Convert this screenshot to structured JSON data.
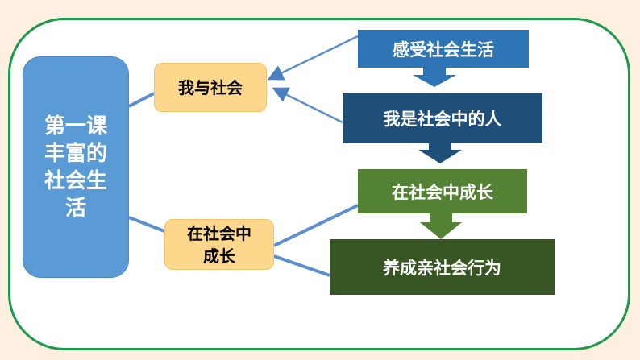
{
  "main_topic": {
    "lines": [
      "第一课",
      "丰富的",
      "社会生",
      "活"
    ]
  },
  "branches": [
    {
      "label": "我与社会",
      "lines": [
        "我与社会"
      ]
    },
    {
      "label": "在社会中成长",
      "lines": [
        "在社会中",
        "成长"
      ]
    }
  ],
  "steps": [
    {
      "label": "感受社会生活",
      "color": "#2e75b6"
    },
    {
      "label": "我是社会中的人",
      "color": "#1f4e79"
    },
    {
      "label": "在社会中成长",
      "color": "#548235"
    },
    {
      "label": "养成亲社会行为",
      "color": "#375623"
    }
  ]
}
